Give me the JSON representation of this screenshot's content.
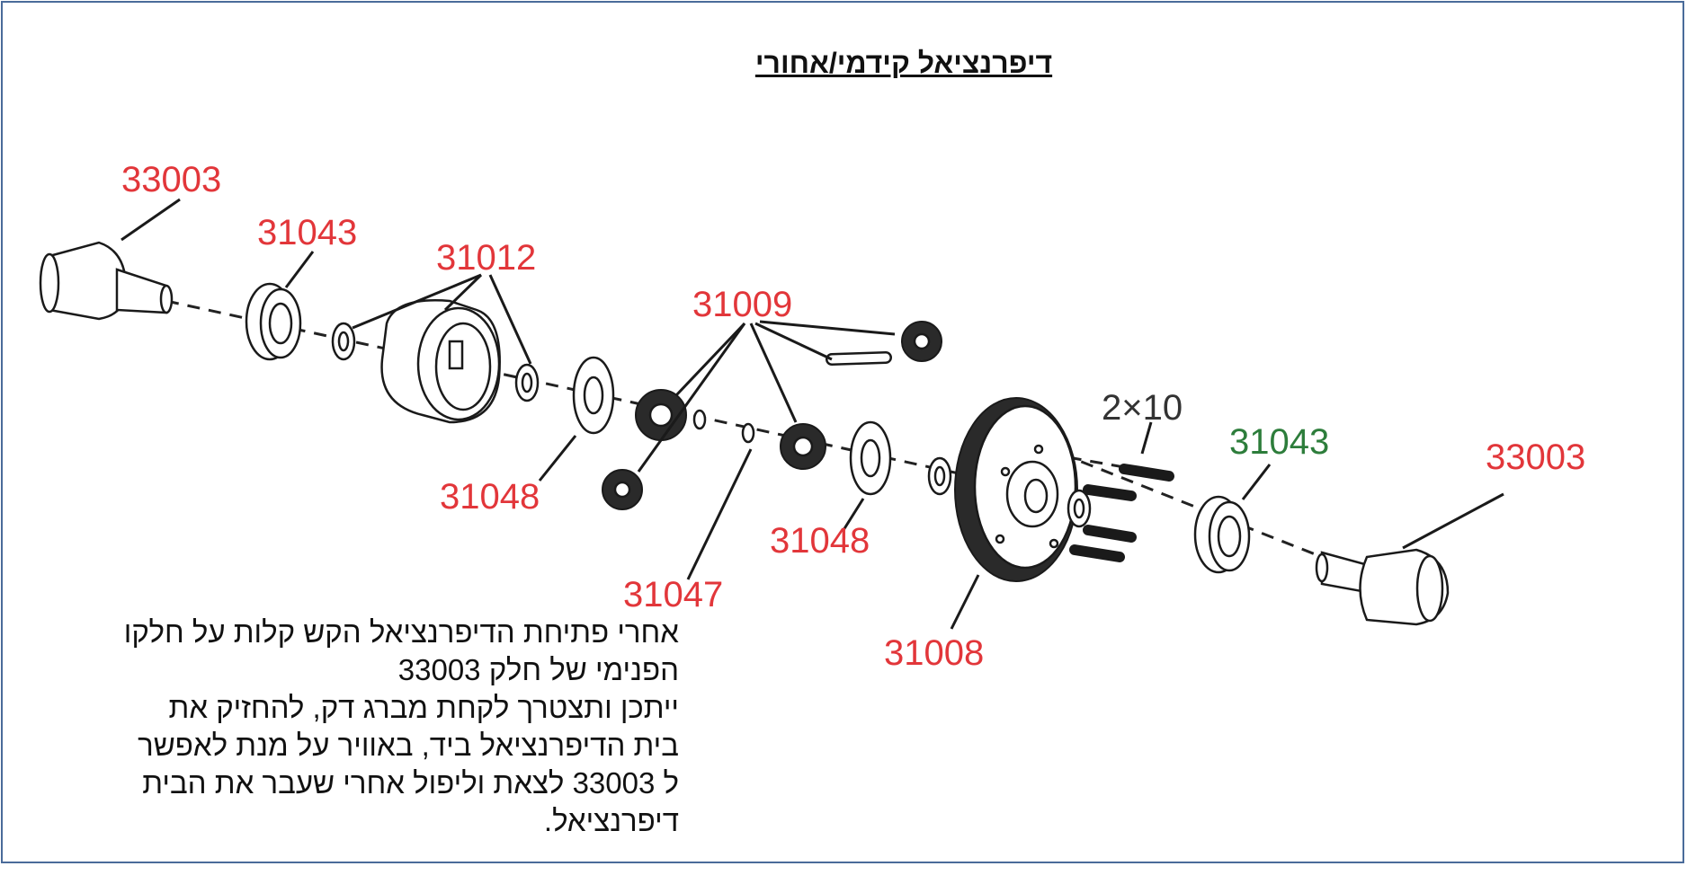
{
  "title": "דיפרנציאל קידמי/אחורי",
  "colors": {
    "label_red": "#e2363a",
    "label_green": "#2d7d3b",
    "frame": "#4a6b9a"
  },
  "labels": {
    "outdrive_left": "33003",
    "bearing_left": "31043",
    "case_shims": "31012",
    "gears": "31009",
    "washer_left": "31048",
    "washer_right": "31048",
    "clip": "31047",
    "screws": "2×10",
    "bearing_right": "31043",
    "outdrive_right": "33003",
    "ring_gear": "31008"
  },
  "notes": [
    "אחרי פתיחת הדיפרנציאל הקש קלות על חלקו",
    "הפנימי של חלק 33003",
    "ייתכן ותצטרך לקחת מברג דק, להחזיק את",
    "בית הדיפרנציאל ביד, באוויר על מנת לאפשר",
    "ל 33003 לצאת וליפול אחרי שעבר את הבית",
    "דיפרנציאל."
  ]
}
